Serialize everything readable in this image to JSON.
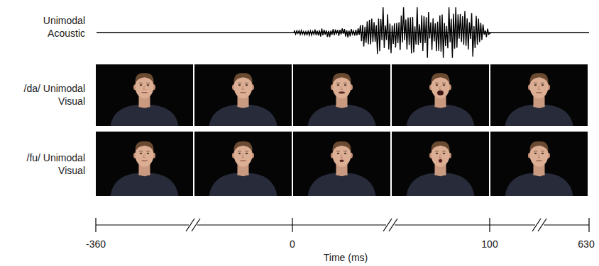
{
  "diagram": {
    "labels": [
      "Unimodal Acoustic",
      "/da/ Unimodal Visual",
      "/fu/ Unimodal Visual",
      "-360",
      "0",
      "100",
      "630",
      "Time (ms)"
    ]
  }
}
